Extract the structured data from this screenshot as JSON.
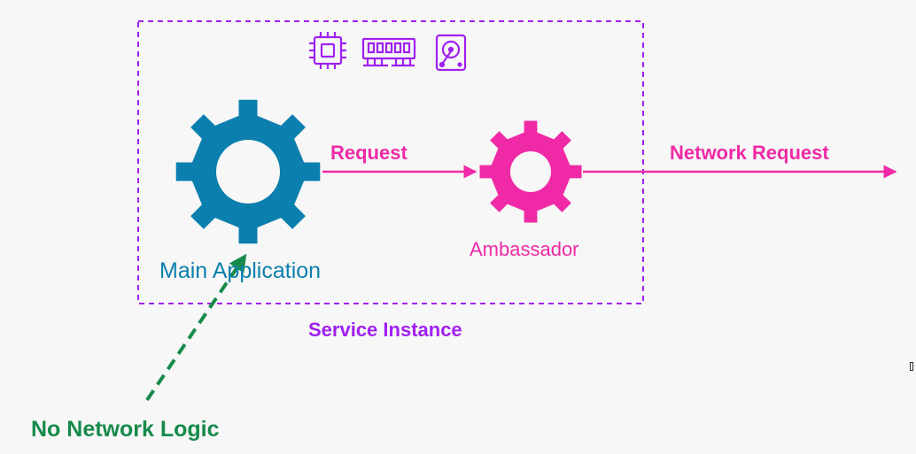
{
  "diagram": {
    "container_label": "Service Instance",
    "main_app_label": "Main Application",
    "ambassador_label": "Ambassador",
    "request_label": "Request",
    "network_request_label": "Network Request",
    "annotation": "No Network Logic",
    "resource_icons": [
      "cpu-icon",
      "ram-icon",
      "hard-drive-icon"
    ]
  },
  "colors": {
    "background": "#f7f7f7",
    "container_border": "#a020f0",
    "main_app": "#0b7fae",
    "ambassador": "#f02aa6",
    "annotation": "#168a4a"
  }
}
